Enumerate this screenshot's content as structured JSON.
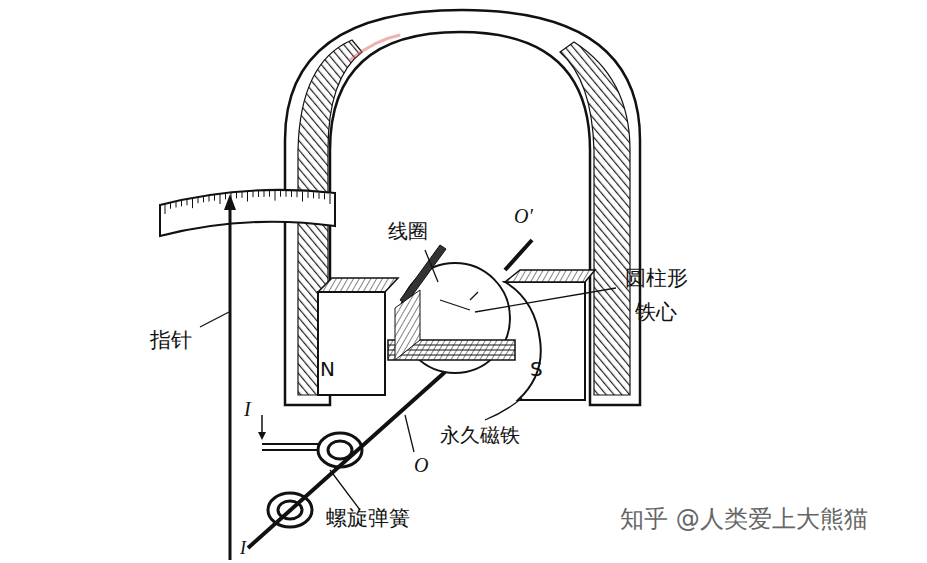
{
  "diagram": {
    "labels": [
      "线圈",
      "O′",
      "圆柱形 铁心",
      "指针",
      "N",
      "S",
      "I",
      "O",
      "永久磁铁",
      "螺旋弹簧",
      "I",
      "知乎 @人类爱上大熊猫"
    ]
  }
}
